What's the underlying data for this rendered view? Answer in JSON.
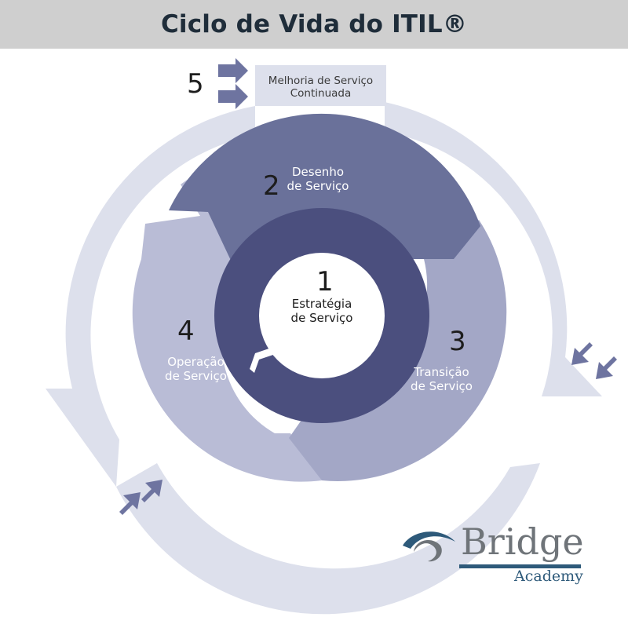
{
  "title": "Ciclo de Vida do ITIL®",
  "stages": [
    {
      "number": "1",
      "line1": "Estratégia",
      "line2": "de Serviço"
    },
    {
      "number": "2",
      "line1": "Desenho",
      "line2": "de Serviço"
    },
    {
      "number": "3",
      "line1": "Transição",
      "line2": "de Serviço"
    },
    {
      "number": "4",
      "line1": "Operação",
      "line2": "de Serviço"
    },
    {
      "number": "5",
      "line1": "Melhoria de Serviço",
      "line2": "Continuada"
    }
  ],
  "logo": {
    "name": "Bridge",
    "subtitle": "Academy"
  },
  "colors": {
    "title_bar": "#cfcfcf",
    "title_text": "#1f2d3a",
    "stage1_ring": "#4b4f7e",
    "stage2": "#6a719a",
    "stage3": "#a3a7c6",
    "stage4": "#b9bcd6",
    "outer_ring": "#dde0ec",
    "arrow": "#6e74a0"
  }
}
